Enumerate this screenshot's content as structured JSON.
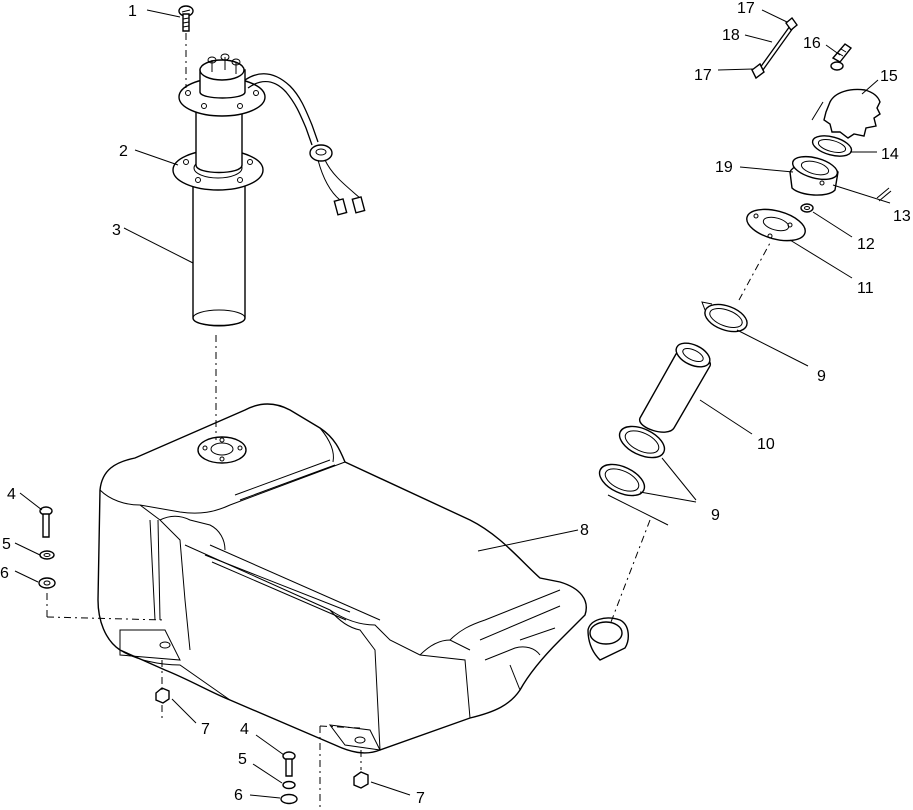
{
  "callouts": {
    "c1": "1",
    "c2": "2",
    "c3": "3",
    "c4a": "4",
    "c5a": "5",
    "c6a": "6",
    "c7a": "7",
    "c4b": "4",
    "c5b": "5",
    "c6b": "6",
    "c7b": "7",
    "c8": "8",
    "c9a": "9",
    "c9b": "9",
    "c10": "10",
    "c11": "11",
    "c12": "12",
    "c13": "13",
    "c14": "14",
    "c15": "15",
    "c16": "16",
    "c17a": "17",
    "c17b": "17",
    "c18": "18",
    "c19": "19"
  }
}
